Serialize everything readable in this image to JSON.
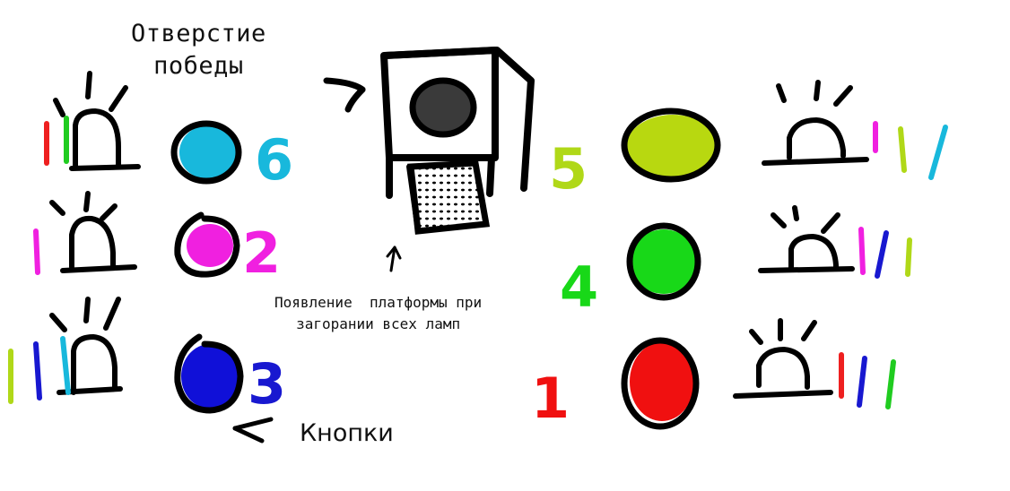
{
  "labels": {
    "victory_hole_line1": "Отверстие",
    "victory_hole_line2": "победы",
    "platform_line1": "Появление  платформы при",
    "platform_line2": "загорании всех ламп",
    "buttons": "Кнопки"
  },
  "buttons": [
    {
      "id": "btn-6",
      "number": "6",
      "color": "#18b8dc",
      "number_color": "#18b8dc"
    },
    {
      "id": "btn-2",
      "number": "2",
      "color": "#f020e0",
      "number_color": "#f020e0"
    },
    {
      "id": "btn-3",
      "number": "3",
      "color": "#1010d8",
      "number_color": "#1818d0"
    },
    {
      "id": "btn-5",
      "number": "5",
      "color": "#b8d810",
      "number_color": "#b0d818"
    },
    {
      "id": "btn-4",
      "number": "4",
      "color": "#18d818",
      "number_color": "#18d818"
    },
    {
      "id": "btn-1",
      "number": "1",
      "color": "#f01010",
      "number_color": "#f01010"
    }
  ],
  "lamps": [
    {
      "id": "lamp-left-1",
      "marks": [
        "#ee2020",
        "#20cc20"
      ]
    },
    {
      "id": "lamp-left-2",
      "marks": [
        "#f020e0"
      ]
    },
    {
      "id": "lamp-left-3",
      "marks": [
        "#b0d818",
        "#1818d0",
        "#18b8dc"
      ]
    },
    {
      "id": "lamp-right-1",
      "marks": [
        "#f020e0",
        "#b0d818",
        "#18b8dc"
      ]
    },
    {
      "id": "lamp-right-2",
      "marks": [
        "#f020e0",
        "#1818d0",
        "#b0d818"
      ]
    },
    {
      "id": "lamp-right-3",
      "marks": [
        "#ee2020",
        "#1818d0",
        "#20cc20"
      ]
    }
  ],
  "hole_color": "#3a3a3a",
  "icons": [
    "arrow-icon",
    "lamp-icon",
    "button-icon",
    "platform-icon"
  ]
}
